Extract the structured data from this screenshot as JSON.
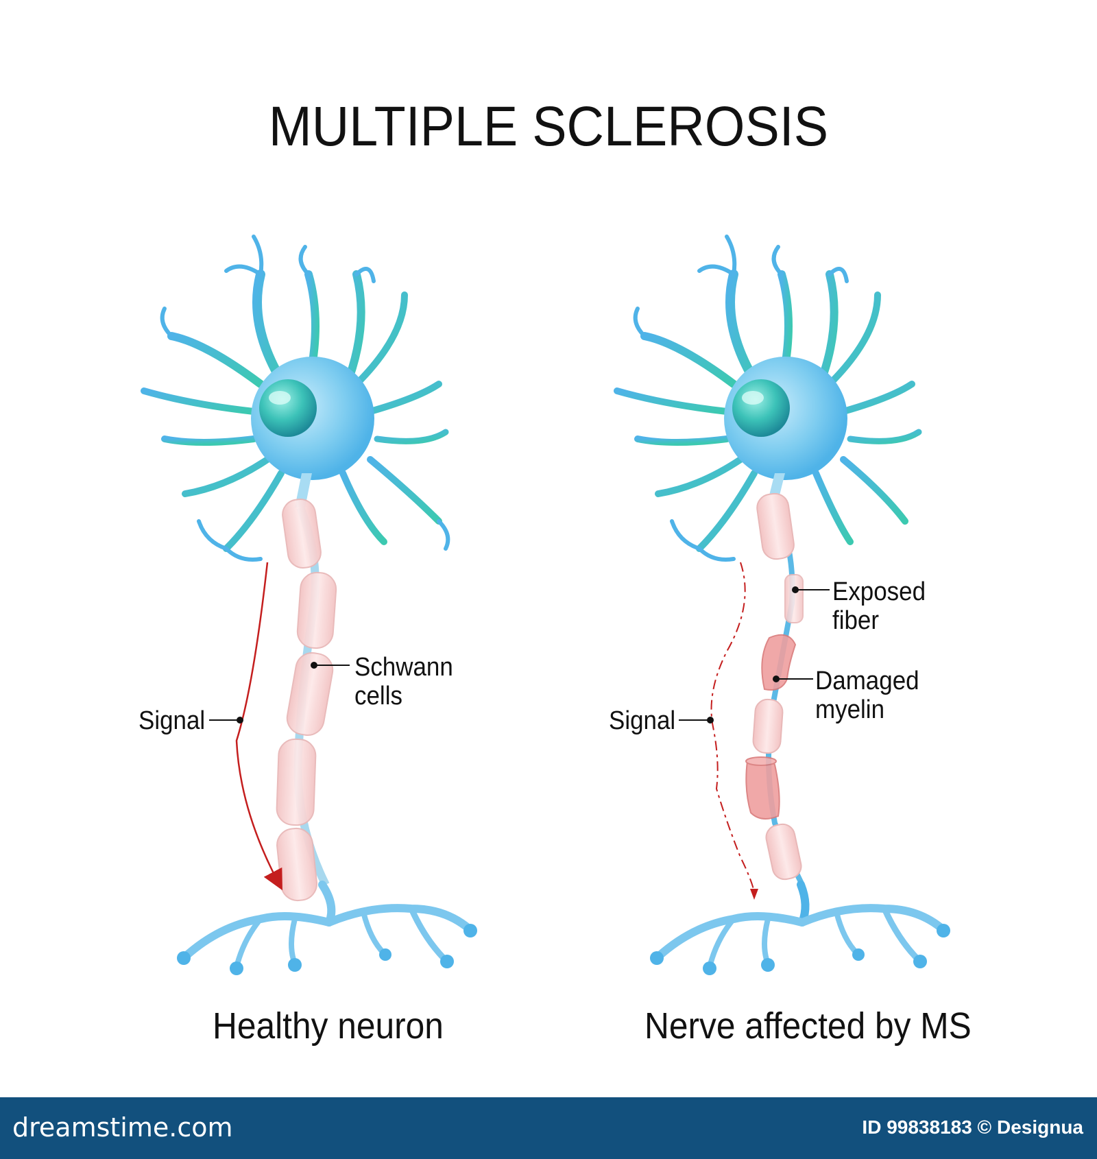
{
  "title": "MULTIPLE SCLEROSIS",
  "panels": {
    "healthy": {
      "caption": "Healthy neuron",
      "signal_label": "Signal",
      "schwann_label_line1": "Schwann",
      "schwann_label_line2": "cells"
    },
    "ms": {
      "caption": "Nerve affected by MS",
      "signal_label": "Signal",
      "exposed_label_line1": "Exposed",
      "exposed_label_line2": "fiber",
      "damaged_label_line1": "Damaged",
      "damaged_label_line2": "myelin"
    }
  },
  "footer": {
    "logo": "dreamstime.com",
    "id_text": "ID 99838183 © Designua"
  },
  "colors": {
    "neuron_blue": "#4fb3e8",
    "neuron_teal": "#3cc9b0",
    "myelin_pink": "#f8d9d9",
    "damaged_pink": "#ef9f9f",
    "signal_red": "#c41e1e",
    "footer_bg": "#12507d"
  }
}
